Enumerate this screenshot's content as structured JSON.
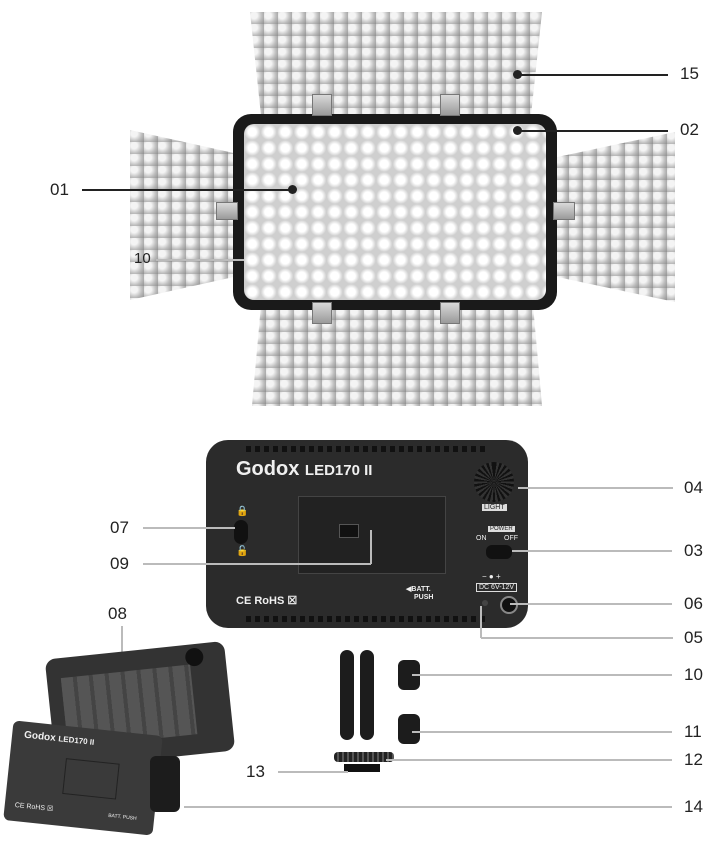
{
  "front_view": {
    "callouts": [
      {
        "id": "15",
        "label": "15",
        "target": "top barn door flap"
      },
      {
        "id": "02",
        "label": "02",
        "target": "rubber frame"
      },
      {
        "id": "01",
        "label": "01",
        "target": "LED panel / diffuser"
      },
      {
        "id": "10a",
        "label": "10",
        "target": "side flap"
      }
    ]
  },
  "back_view": {
    "brand": "Godox",
    "model": "LED170 II",
    "dial_label": "LIGHT",
    "power_label": "POWER",
    "power_on": "ON",
    "power_off": "OFF",
    "dc_label": "DC 6V-12V",
    "dc_polarity": "− ● +",
    "batt_label_1": "BATT.",
    "batt_label_2": "PUSH",
    "cert_label": "CE RoHS ☒",
    "callouts": [
      {
        "id": "04",
        "label": "04"
      },
      {
        "id": "07",
        "label": "07"
      },
      {
        "id": "09",
        "label": "09"
      },
      {
        "id": "03",
        "label": "03"
      },
      {
        "id": "06",
        "label": "06"
      },
      {
        "id": "05",
        "label": "05"
      },
      {
        "id": "08",
        "label": "08"
      },
      {
        "id": "10",
        "label": "10"
      },
      {
        "id": "11",
        "label": "11"
      },
      {
        "id": "13",
        "label": "13"
      },
      {
        "id": "12",
        "label": "12"
      },
      {
        "id": "14",
        "label": "14"
      }
    ]
  },
  "mini_view": {
    "brand": "Godox",
    "model": "LED170 II",
    "cert_label": "CE RoHS ☒",
    "batt_label": "BATT. PUSH"
  },
  "colors": {
    "panel_body": "#2b2b2b",
    "frame": "#1a1a1a",
    "leader_dark": "#222222",
    "leader_light": "#bbbbbb"
  }
}
